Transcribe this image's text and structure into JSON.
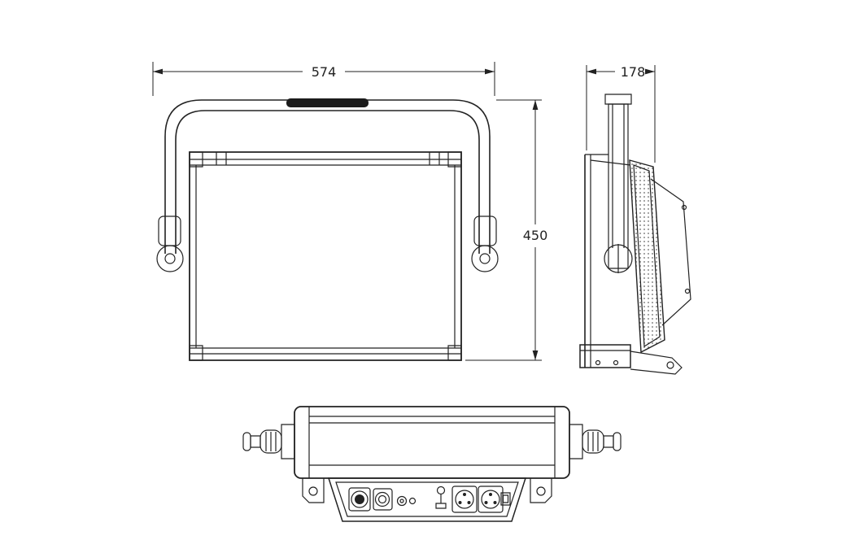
{
  "drawing": {
    "title": "stage-light-orthographic-views",
    "dimensions": {
      "front_width": "574",
      "front_height": "450",
      "side_depth": "178"
    },
    "views": {
      "front": "front-view",
      "side": "side-view",
      "bottom": "bottom-view"
    },
    "colors": {
      "line": "#222222",
      "background": "#ffffff"
    }
  }
}
